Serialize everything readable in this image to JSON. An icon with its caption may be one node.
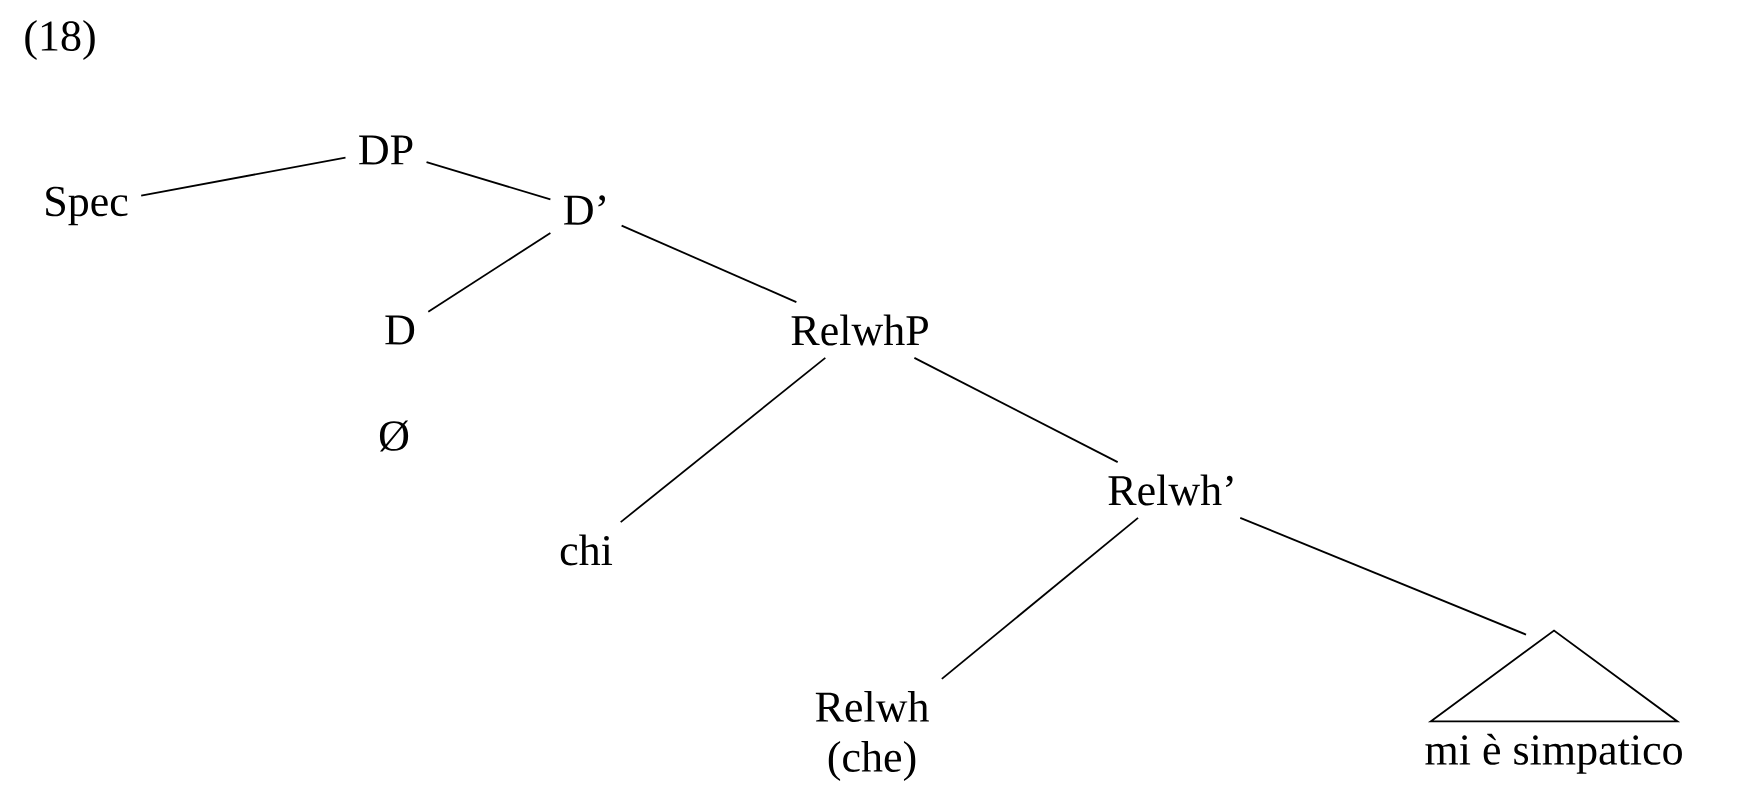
{
  "diagram": {
    "nodes": [
      {
        "text": [
          "DP"
        ]
      },
      {
        "text": [
          "Spec"
        ]
      },
      {
        "text": [
          "D’"
        ]
      },
      {
        "text": [
          "D"
        ]
      },
      {
        "text": [
          "RelwhP"
        ]
      },
      {
        "text": [
          "chi"
        ]
      },
      {
        "text": [
          "Relwh’"
        ]
      },
      {
        "text": [
          "Relwh",
          "(che)"
        ]
      },
      {
        "text": [],
        "shape": "triangle",
        "beside": [
          "mi è simpatico"
        ]
      }
    ],
    "edges": [
      {
        "from": 0,
        "to": 1,
        "arrow": "none"
      },
      {
        "from": 0,
        "to": 2,
        "arrow": "none"
      },
      {
        "from": 2,
        "to": 3,
        "arrow": "none"
      },
      {
        "from": 2,
        "to": 4,
        "arrow": "none"
      },
      {
        "from": 4,
        "to": 5,
        "arrow": "none"
      },
      {
        "from": 4,
        "to": 6,
        "arrow": "none"
      },
      {
        "from": 6,
        "to": 7,
        "arrow": "none"
      },
      {
        "from": 6,
        "to": 8,
        "arrow": "none"
      }
    ],
    "labels": [
      "(18)",
      "Ø"
    ]
  }
}
